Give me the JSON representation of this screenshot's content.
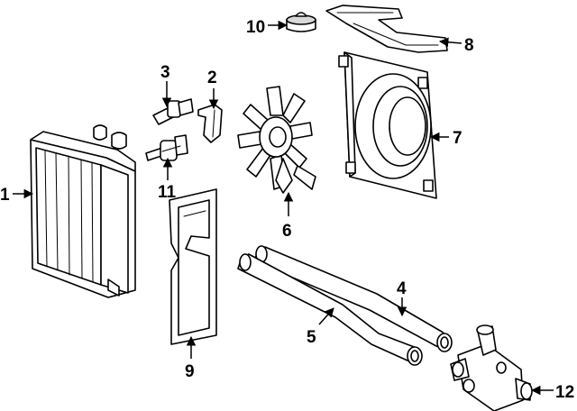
{
  "callouts": [
    {
      "id": "1",
      "label": "1"
    },
    {
      "id": "2",
      "label": "2"
    },
    {
      "id": "3",
      "label": "3"
    },
    {
      "id": "4",
      "label": "4"
    },
    {
      "id": "5",
      "label": "5"
    },
    {
      "id": "6",
      "label": "6"
    },
    {
      "id": "7",
      "label": "7"
    },
    {
      "id": "8",
      "label": "8"
    },
    {
      "id": "9",
      "label": "9"
    },
    {
      "id": "10",
      "label": "10"
    },
    {
      "id": "11",
      "label": "11"
    },
    {
      "id": "12",
      "label": "12"
    }
  ],
  "colors": {
    "line": "#000000",
    "fill": "#ffffff",
    "shade": "#d8d8d8",
    "background": "#ffffff"
  }
}
